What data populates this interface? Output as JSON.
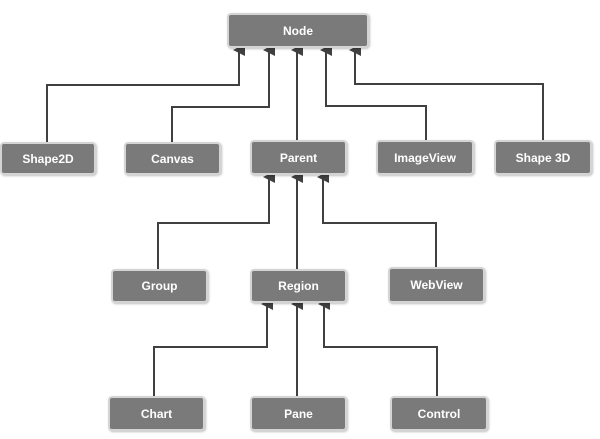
{
  "diagram": {
    "type": "class-hierarchy",
    "colors": {
      "node_fill": "#7a7a7a",
      "node_border": "#d4d4d4",
      "node_text": "#ffffff",
      "edge": "#404040"
    },
    "nodes": {
      "node": "Node",
      "shape2d": "Shape2D",
      "canvas": "Canvas",
      "parent": "Parent",
      "imageview": "ImageView",
      "shape3d": "Shape 3D",
      "group": "Group",
      "region": "Region",
      "webview": "WebView",
      "chart": "Chart",
      "pane": "Pane",
      "control": "Control"
    },
    "edges": [
      {
        "from": "shape2d",
        "to": "node"
      },
      {
        "from": "canvas",
        "to": "node"
      },
      {
        "from": "parent",
        "to": "node"
      },
      {
        "from": "imageview",
        "to": "node"
      },
      {
        "from": "shape3d",
        "to": "node"
      },
      {
        "from": "group",
        "to": "parent"
      },
      {
        "from": "region",
        "to": "parent"
      },
      {
        "from": "webview",
        "to": "parent"
      },
      {
        "from": "chart",
        "to": "region"
      },
      {
        "from": "pane",
        "to": "region"
      },
      {
        "from": "control",
        "to": "region"
      }
    ]
  }
}
